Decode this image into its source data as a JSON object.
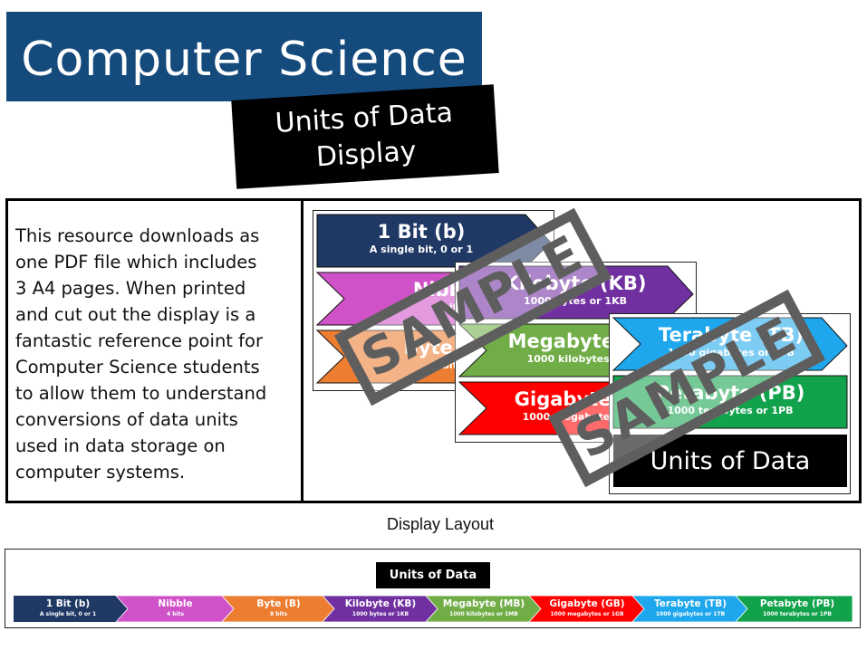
{
  "header": {
    "title": "Computer Science",
    "subtitle_line1": "Units of Data",
    "subtitle_line2": "Display",
    "title_bg": "#144a7c"
  },
  "description": {
    "lines": [
      "This resource downloads as",
      "one PDF file which includes",
      "3 A4 pages. When printed",
      "and cut out the display is a",
      "fantastic reference point for",
      "Computer Science students",
      "to allow them to understand",
      "conversions of data units",
      "used in data storage on",
      "computer systems."
    ]
  },
  "preview": {
    "watermark": "SAMPLE",
    "footer_label": "Units of Data"
  },
  "units": [
    {
      "name": "1 Bit (b)",
      "desc": "A single bit, 0 or 1",
      "color": "#1f3864"
    },
    {
      "name": "Nibble",
      "desc": "4 bits",
      "color": "#d052c8"
    },
    {
      "name": "Byte (B)",
      "desc": "8 bits",
      "color": "#ed7d31"
    },
    {
      "name": "Kilobyte (KB)",
      "desc": "1000 bytes or 1KB",
      "color": "#7030a0"
    },
    {
      "name": "Megabyte (MB)",
      "desc": "1000 kilobytes or 1MB",
      "color": "#70ad47"
    },
    {
      "name": "Gigabyte (GB)",
      "desc": "1000 megabytes or 1GB",
      "color": "#ff0000"
    },
    {
      "name": "Terabyte (TB)",
      "desc": "1000 gigabytes or 1TB",
      "color": "#1ea7ec"
    },
    {
      "name": "Petabyte (PB)",
      "desc": "1000 terabytes or 1PB",
      "color": "#12a24b"
    }
  ],
  "layout": {
    "label": "Display Layout",
    "title": "Units of Data"
  }
}
